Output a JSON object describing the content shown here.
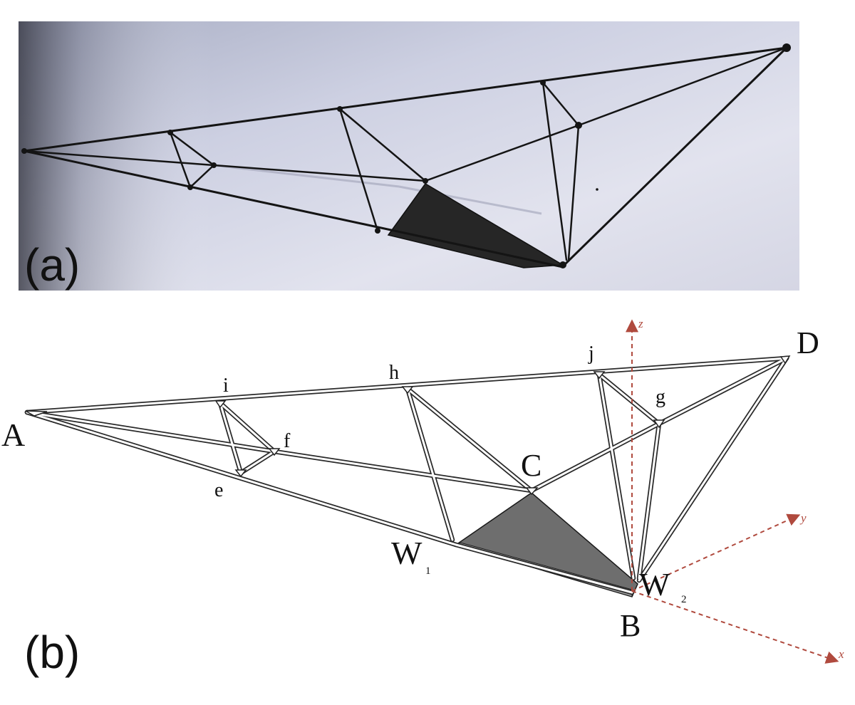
{
  "panels": {
    "a": {
      "label": "(a)"
    },
    "b": {
      "label": "(b)"
    }
  },
  "node_labels": {
    "A": "A",
    "B": "B",
    "C": "C",
    "D": "D",
    "e": "e",
    "f": "f",
    "g": "g",
    "h": "h",
    "i": "i",
    "j": "j",
    "W1_main": "W",
    "W1_sub": "1",
    "W2_main": "W",
    "W2_sub": "2"
  },
  "axes": {
    "x": "x",
    "y": "y",
    "z": "z"
  },
  "colors": {
    "photo_background": "#c9ccdf",
    "rod_dark": "#141414",
    "wing_fill_photo": "#262626",
    "wing_fill_diagram": "#6e6e6e",
    "axis_color": "#b04a3e"
  }
}
